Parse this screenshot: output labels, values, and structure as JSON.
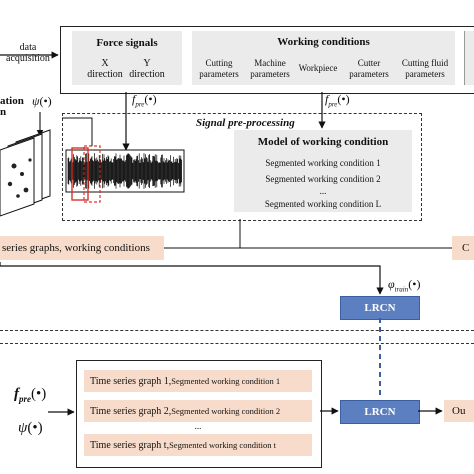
{
  "acquisition": {
    "line1": "data",
    "line2": "acquisition"
  },
  "force": {
    "title": "Force signals",
    "x_dir": [
      "X",
      "direction"
    ],
    "y_dir": [
      "Y",
      "direction"
    ]
  },
  "working": {
    "title": "Working conditions",
    "items": [
      [
        "Cutting",
        "parameters"
      ],
      [
        "Machine",
        "parameters"
      ],
      [
        "Workpiece"
      ],
      [
        "Cutter",
        "parameters"
      ],
      [
        "Cutting fluid",
        "parameters"
      ]
    ]
  },
  "fpre_label": "f",
  "fpre_sub": "pre",
  "fpre_arg": "(•)",
  "psi_label": "ψ",
  "psi_arg": "(•)",
  "left_cut": [
    "ation",
    "n"
  ],
  "preprocessing": {
    "title": "Signal pre-processing",
    "model_title": "Model of working condition",
    "conditions": [
      "Segmented working condition 1",
      "Segmented working condition 2",
      "...",
      "Segmented working condition L"
    ]
  },
  "graphs_banner": "series graphs, working conditions",
  "right_cut": "C",
  "phi_label": "φ",
  "phi_sub": "train",
  "phi_arg": "(•)",
  "lrcn_top": "LRCN",
  "lrcn_bottom": "LRCN",
  "output_cut": "Ou",
  "test": {
    "rows": [
      {
        "graph": "Time series graph 1,",
        "cond": "Segmented working condition 1"
      },
      {
        "graph": "Time series graph 2,",
        "cond": "Segmented working condition 2"
      },
      {
        "graph": "Time series graph t,",
        "cond": "Segmented working condition t"
      }
    ],
    "ellipsis": "..."
  },
  "colors": {
    "gray_box": "#ebebeb",
    "peach_box": "#f8dccb",
    "lrcn_blue": "#5b7fc0",
    "highlight_red": "#d9342b"
  }
}
